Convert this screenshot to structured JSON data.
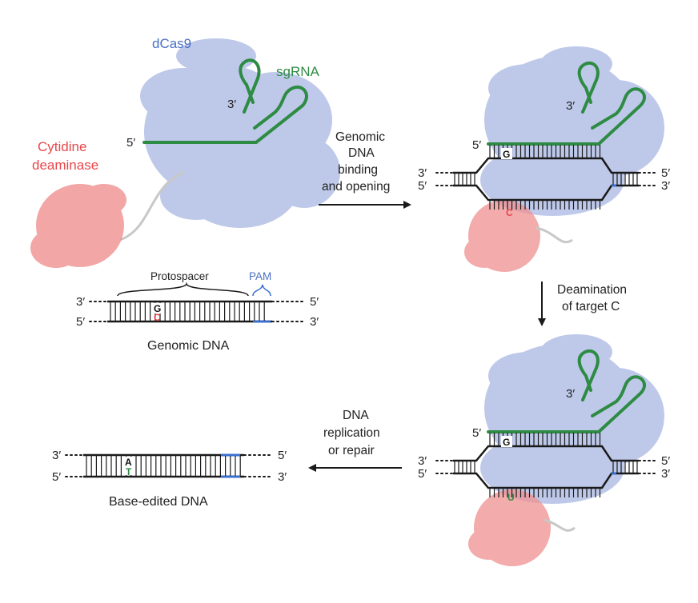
{
  "labels": {
    "dcas9": "dCas9",
    "sgrna": "sgRNA",
    "cytidine_1": "Cytidine",
    "cytidine_2": "deaminase",
    "protospacer": "Protospacer",
    "pam": "PAM",
    "genomic_dna": "Genomic DNA",
    "base_edited_dna": "Base-edited DNA"
  },
  "ends": {
    "three_prime": "3′",
    "five_prime": "5′"
  },
  "bases": {
    "G": "G",
    "C": "C",
    "U": "U",
    "A": "A",
    "T": "T"
  },
  "steps": {
    "binding": [
      "Genomic",
      "DNA",
      "binding",
      "and opening"
    ],
    "deamination": [
      "Deamination",
      "of target C"
    ],
    "replication": [
      "DNA",
      "replication",
      "or repair"
    ]
  },
  "colors": {
    "dcas9": "#a9b7e4",
    "sgrna": "#2e8b43",
    "deaminase": "#ef9090",
    "label_red": "#e8474b",
    "label_blue": "#4a6fc4",
    "pam_blue": "#3a6fd0",
    "dna": "#1a1a1a",
    "linker": "#c8c8c8",
    "u_green": "#2e8b43",
    "t_green": "#2e8b43"
  }
}
